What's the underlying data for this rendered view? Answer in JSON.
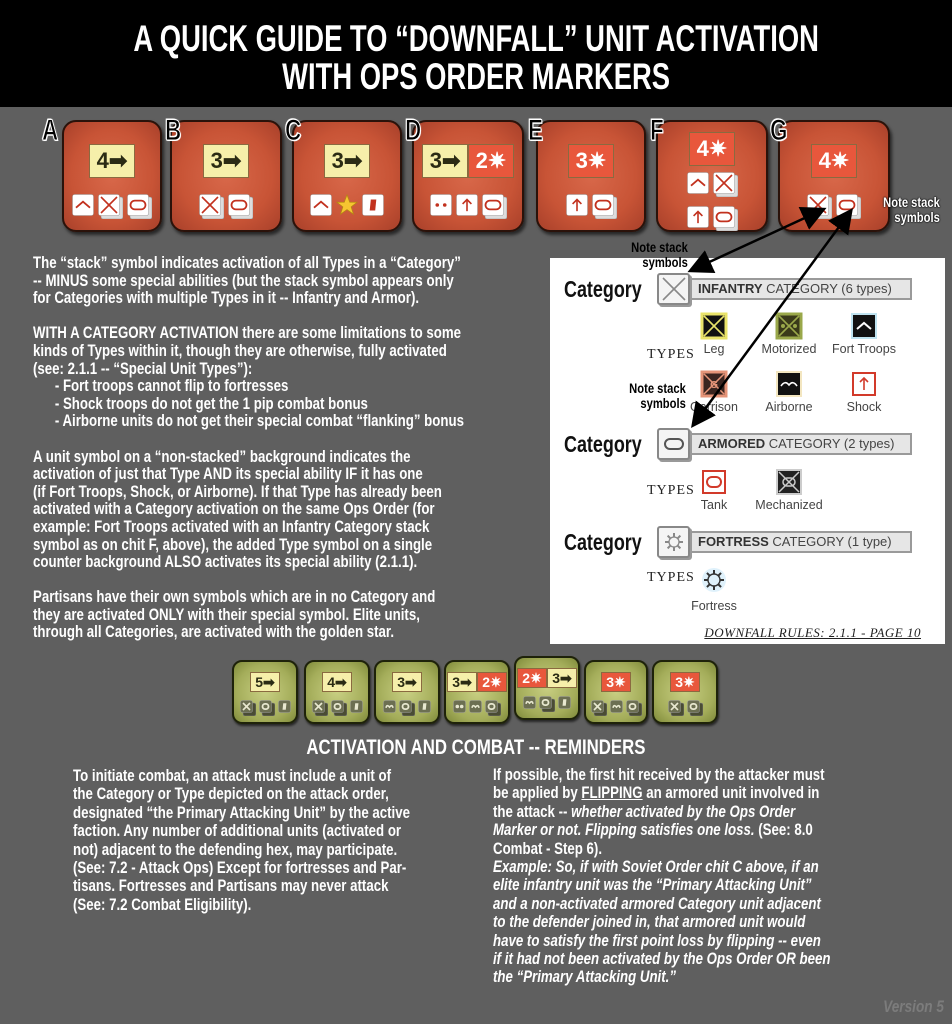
{
  "title": {
    "line1": "A QUICK GUIDE TO “DOWNFALL” UNIT ACTIVATION",
    "line2": "WITH OPS ORDER MARKERS"
  },
  "colors": {
    "chit_red": "#c85436",
    "chit_green": "#a4ad5a",
    "move_box": "#f6efaa",
    "assault_box": "#e8573c",
    "background": "#5f5f5f"
  },
  "red_chits": [
    {
      "letter": "A",
      "orders": [
        {
          "value": "4",
          "kind": "move",
          "glyph": "➡"
        }
      ],
      "symbols": [
        [
          "fort-troops",
          "infantry-stack",
          "armor-stack"
        ]
      ]
    },
    {
      "letter": "B",
      "orders": [
        {
          "value": "3",
          "kind": "move",
          "glyph": "➡"
        }
      ],
      "symbols": [
        [
          "infantry-stack",
          "armor-stack"
        ]
      ]
    },
    {
      "letter": "C",
      "orders": [
        {
          "value": "3",
          "kind": "move",
          "glyph": "➡"
        }
      ],
      "symbols": [
        [
          "fort-troops",
          "elite-star",
          "partisan"
        ]
      ]
    },
    {
      "letter": "D",
      "orders": [
        {
          "value": "3",
          "kind": "move",
          "glyph": "➡"
        },
        {
          "value": "2",
          "kind": "assault",
          "glyph": "✷"
        }
      ],
      "symbols": [
        [
          "mechanized",
          "shock",
          "armor-stack"
        ]
      ]
    },
    {
      "letter": "E",
      "orders": [
        {
          "value": "3",
          "kind": "assault",
          "glyph": "✷"
        }
      ],
      "symbols": [
        [
          "shock",
          "armor-stack"
        ]
      ]
    },
    {
      "letter": "F",
      "orders": [
        {
          "value": "4",
          "kind": "assault",
          "glyph": "✷"
        }
      ],
      "symbols": [
        [
          "fort-troops",
          "infantry-stack"
        ],
        [
          "shock",
          "armor-stack"
        ]
      ]
    },
    {
      "letter": "G",
      "orders": [
        {
          "value": "4",
          "kind": "assault",
          "glyph": "✷"
        }
      ],
      "symbols": [
        [
          "infantry-stack",
          "armor-stack"
        ]
      ]
    }
  ],
  "green_chits": [
    {
      "orders": [
        {
          "value": "5",
          "kind": "move",
          "glyph": "➡"
        }
      ],
      "symbols": [
        "infantry-stack",
        "armor-stack",
        "partisan"
      ]
    },
    {
      "orders": [
        {
          "value": "4",
          "kind": "move",
          "glyph": "➡"
        }
      ],
      "symbols": [
        "infantry-stack",
        "armor-stack",
        "partisan"
      ]
    },
    {
      "orders": [
        {
          "value": "3",
          "kind": "move",
          "glyph": "➡"
        }
      ],
      "symbols": [
        "airborne",
        "armor-stack",
        "partisan"
      ]
    },
    {
      "orders": [
        {
          "value": "3",
          "kind": "move",
          "glyph": "➡"
        },
        {
          "value": "2",
          "kind": "assault",
          "glyph": "✷"
        }
      ],
      "symbols": [
        "mechanized",
        "airborne",
        "armor-stack"
      ]
    },
    {
      "orders": [
        {
          "value": "2",
          "kind": "assault",
          "glyph": "✷"
        },
        {
          "value": "3",
          "kind": "move",
          "glyph": "➡"
        }
      ],
      "symbols": [
        "airborne",
        "armor-stack",
        "partisan"
      ]
    },
    {
      "orders": [
        {
          "value": "3",
          "kind": "assault",
          "glyph": "✷"
        }
      ],
      "symbols": [
        "infantry-stack",
        "airborne",
        "armor-stack"
      ]
    },
    {
      "orders": [
        {
          "value": "3",
          "kind": "assault",
          "glyph": "✷"
        }
      ],
      "symbols": [
        "infantry-stack",
        "armor-stack"
      ]
    }
  ],
  "notes": {
    "note_stack_1": [
      "Note stack",
      "symbols"
    ],
    "note_stack_2": [
      "Note stack",
      "symbols"
    ],
    "note_stack_3": [
      "Note stack",
      "symbols"
    ]
  },
  "left_text": [
    "The “stack” symbol indicates activation of all Types in a “Category”",
    "-- MINUS some special abilities (but the stack symbol appears only",
    "for Categories with multiple Types in it  -- Infantry and Armor).",
    "",
    "WITH A CATEGORY ACTIVATION there are some limitations to some",
    "kinds of Types within it, though they are otherwise, fully activated",
    "(see: 2.1.1 -- “Special Unit Types”):",
    "- Fort troops cannot flip to fortresses",
    "- Shock troops do not get the 1 pip combat bonus",
    "- Airborne units do not get their special combat “flanking” bonus",
    "",
    "A unit symbol on a “non-stacked” background indicates the",
    "activation of just that Type AND its special ability IF it has one",
    "(if Fort Troops, Shock, or Airborne). If that Type has already been",
    "activated with a Category activation on the same Ops Order (for",
    "example: Fort Troops activated with an Infantry Category stack",
    "symbol as on chit  F, above), the added Type symbol on a single",
    "counter background ALSO activates its special ability (2.1.1).",
    "",
    "Partisans have their own symbols which are in no Category and",
    "they are activated ONLY with their special symbol. Elite units,",
    "through all Categories, are activated with the golden star."
  ],
  "panel": {
    "categories": [
      {
        "label": "Category",
        "icon": "infantry-stack",
        "bold": "INFANTRY",
        "rest": " CATEGORY (6 types)",
        "types_label": "TYPES",
        "types": [
          {
            "name": "Leg",
            "icon": "leg"
          },
          {
            "name": "Motorized",
            "icon": "motorized"
          },
          {
            "name": "Fort Troops",
            "icon": "fort-troops-type"
          },
          {
            "name": "Garrison",
            "icon": "garrison"
          },
          {
            "name": "Airborne",
            "icon": "airborne-type"
          },
          {
            "name": "Shock",
            "icon": "shock-type"
          }
        ]
      },
      {
        "label": "Category",
        "icon": "armor-stack",
        "bold": "ARMORED",
        "rest": " CATEGORY (2 types)",
        "types_label": "TYPES",
        "types": [
          {
            "name": "Tank",
            "icon": "tank"
          },
          {
            "name": "Mechanized",
            "icon": "mechanized-type"
          }
        ]
      },
      {
        "label": "Category",
        "icon": "fortress",
        "bold": "FORTRESS",
        "rest": " CATEGORY (1 type)",
        "types_label": "TYPES",
        "types": [
          {
            "name": "Fortress",
            "icon": "fortress-type"
          }
        ]
      }
    ],
    "footer": "DOWNFALL RULES: 2.1.1 - PAGE 10"
  },
  "reminders": {
    "heading": "ACTIVATION AND COMBAT -- REMINDERS",
    "left": [
      "To initiate combat, an attack must include a unit of",
      "the Category or Type depicted on the attack order,",
      "designated “the Primary Attacking Unit” by the active",
      "faction. Any number of additional units (activated or",
      "not) adjacent to the defending hex, may participate.",
      "(See: 7.2 - Attack Ops) Except for fortresses and Par-",
      "tisans. Fortresses and Partisans may never attack",
      "(See: 7.2 Combat Eligibility)."
    ],
    "right": [
      [
        {
          "t": "If possible, the first hit received by the attacker must",
          "s": ""
        }
      ],
      [
        {
          "t": "be applied by ",
          "s": ""
        },
        {
          "t": "FLIPPING",
          "s": "u"
        },
        {
          "t": " an armored unit involved in",
          "s": ""
        }
      ],
      [
        {
          "t": "the attack -- ",
          "s": ""
        },
        {
          "t": "whether activated by the Ops Order",
          "s": "i"
        }
      ],
      [
        {
          "t": "Marker or not. Flipping satisfies one loss.",
          "s": "i"
        },
        {
          "t": " (See: 8.0",
          "s": ""
        }
      ],
      [
        {
          "t": "Combat - Step 6).",
          "s": ""
        }
      ],
      [
        {
          "t": "Example: So, if with Soviet Order chit C above, if an",
          "s": "i"
        }
      ],
      [
        {
          "t": "elite infantry unit was the “Primary Attacking Unit”",
          "s": "i"
        }
      ],
      [
        {
          "t": "and a non-activated armored Category unit adjacent",
          "s": "i"
        }
      ],
      [
        {
          "t": "to the defender joined in, that armored unit would",
          "s": "i"
        }
      ],
      [
        {
          "t": "have to  satisfy the first point loss by flipping -- even",
          "s": "i"
        }
      ],
      [
        {
          "t": "if it had not been activated by the Ops Order OR been",
          "s": "i"
        }
      ],
      [
        {
          "t": "the “Primary Attacking Unit.”",
          "s": "i"
        }
      ]
    ]
  },
  "version": "Version 5"
}
